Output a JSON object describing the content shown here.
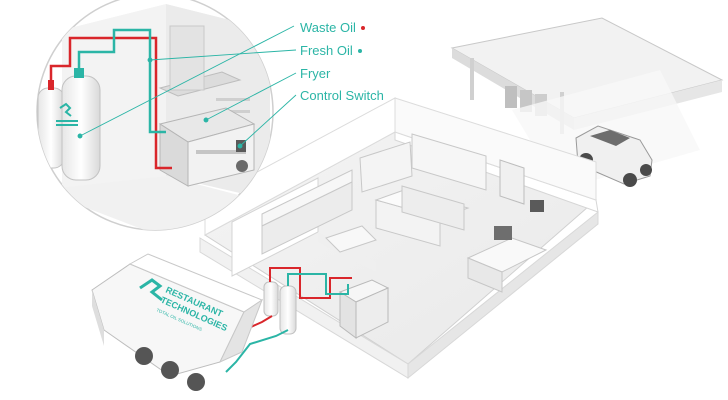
{
  "legend": {
    "waste_oil": "Waste Oil",
    "fresh_oil": "Fresh Oil",
    "fryer": "Fryer",
    "control_switch": "Control Switch"
  },
  "colors": {
    "waste_oil": "#d9262b",
    "fresh_oil": "#2bb5a6",
    "label_text": "#2bb5a6"
  },
  "brand": {
    "name_line1": "RESTAURANT",
    "name_line2": "TECHNOLOGIES",
    "tagline": "TOTAL OIL SOLUTIONS"
  }
}
